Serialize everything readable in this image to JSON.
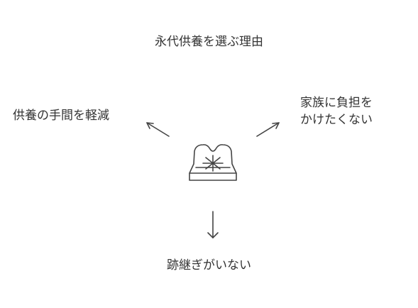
{
  "diagram": {
    "title": "永代供養を選ぶ理由",
    "center_icon": "grave-icon",
    "reasons": {
      "left": "供養の手間を軽減",
      "right_line1": "家族に負担を",
      "right_line2": "かけたくない",
      "bottom": "跡継ぎがいない"
    },
    "colors": {
      "stroke": "#444444",
      "text": "#333333",
      "background": "#ffffff"
    }
  }
}
